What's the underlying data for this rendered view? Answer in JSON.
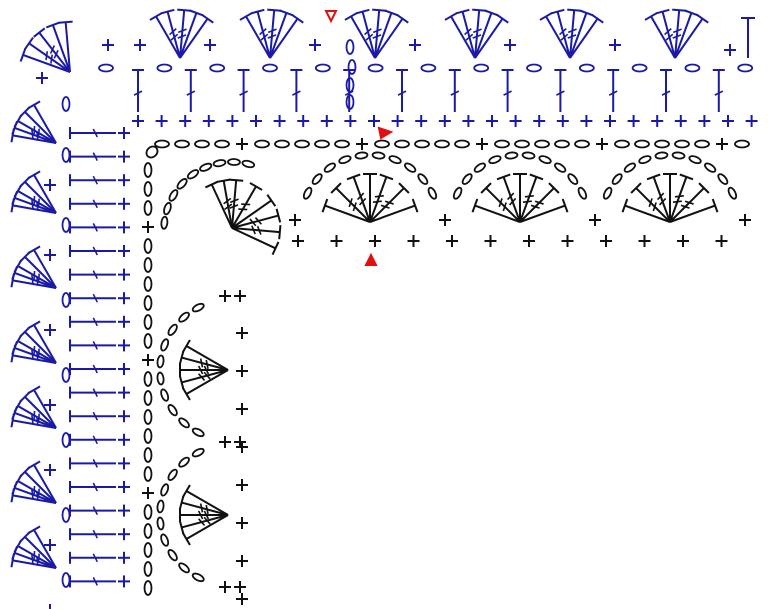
{
  "diagram": {
    "kind": "crochet-corner-border-chart",
    "colors": {
      "outer_rounds": "#1a1aa6",
      "inner_rounds": "#111111",
      "markers": "#e01010",
      "background": "#ffffff"
    },
    "stitch_symbols": [
      "single-crochet-plus",
      "chain-oval",
      "slip-stitch-dot",
      "double-crochet-t",
      "treble-crochet-t",
      "start-marker-open-triangle",
      "end-marker-filled-triangle"
    ],
    "structure": {
      "top_edge_shell_groups": 6,
      "left_edge_shell_groups": 7,
      "inner_top_arches": 4,
      "inner_left_arches": 3,
      "corner_arches": 1
    },
    "markers": [
      {
        "type": "open-triangle",
        "role": "start"
      },
      {
        "type": "filled-triangle",
        "role": "end-outer-round"
      },
      {
        "type": "filled-triangle",
        "role": "end-inner-round"
      }
    ]
  }
}
